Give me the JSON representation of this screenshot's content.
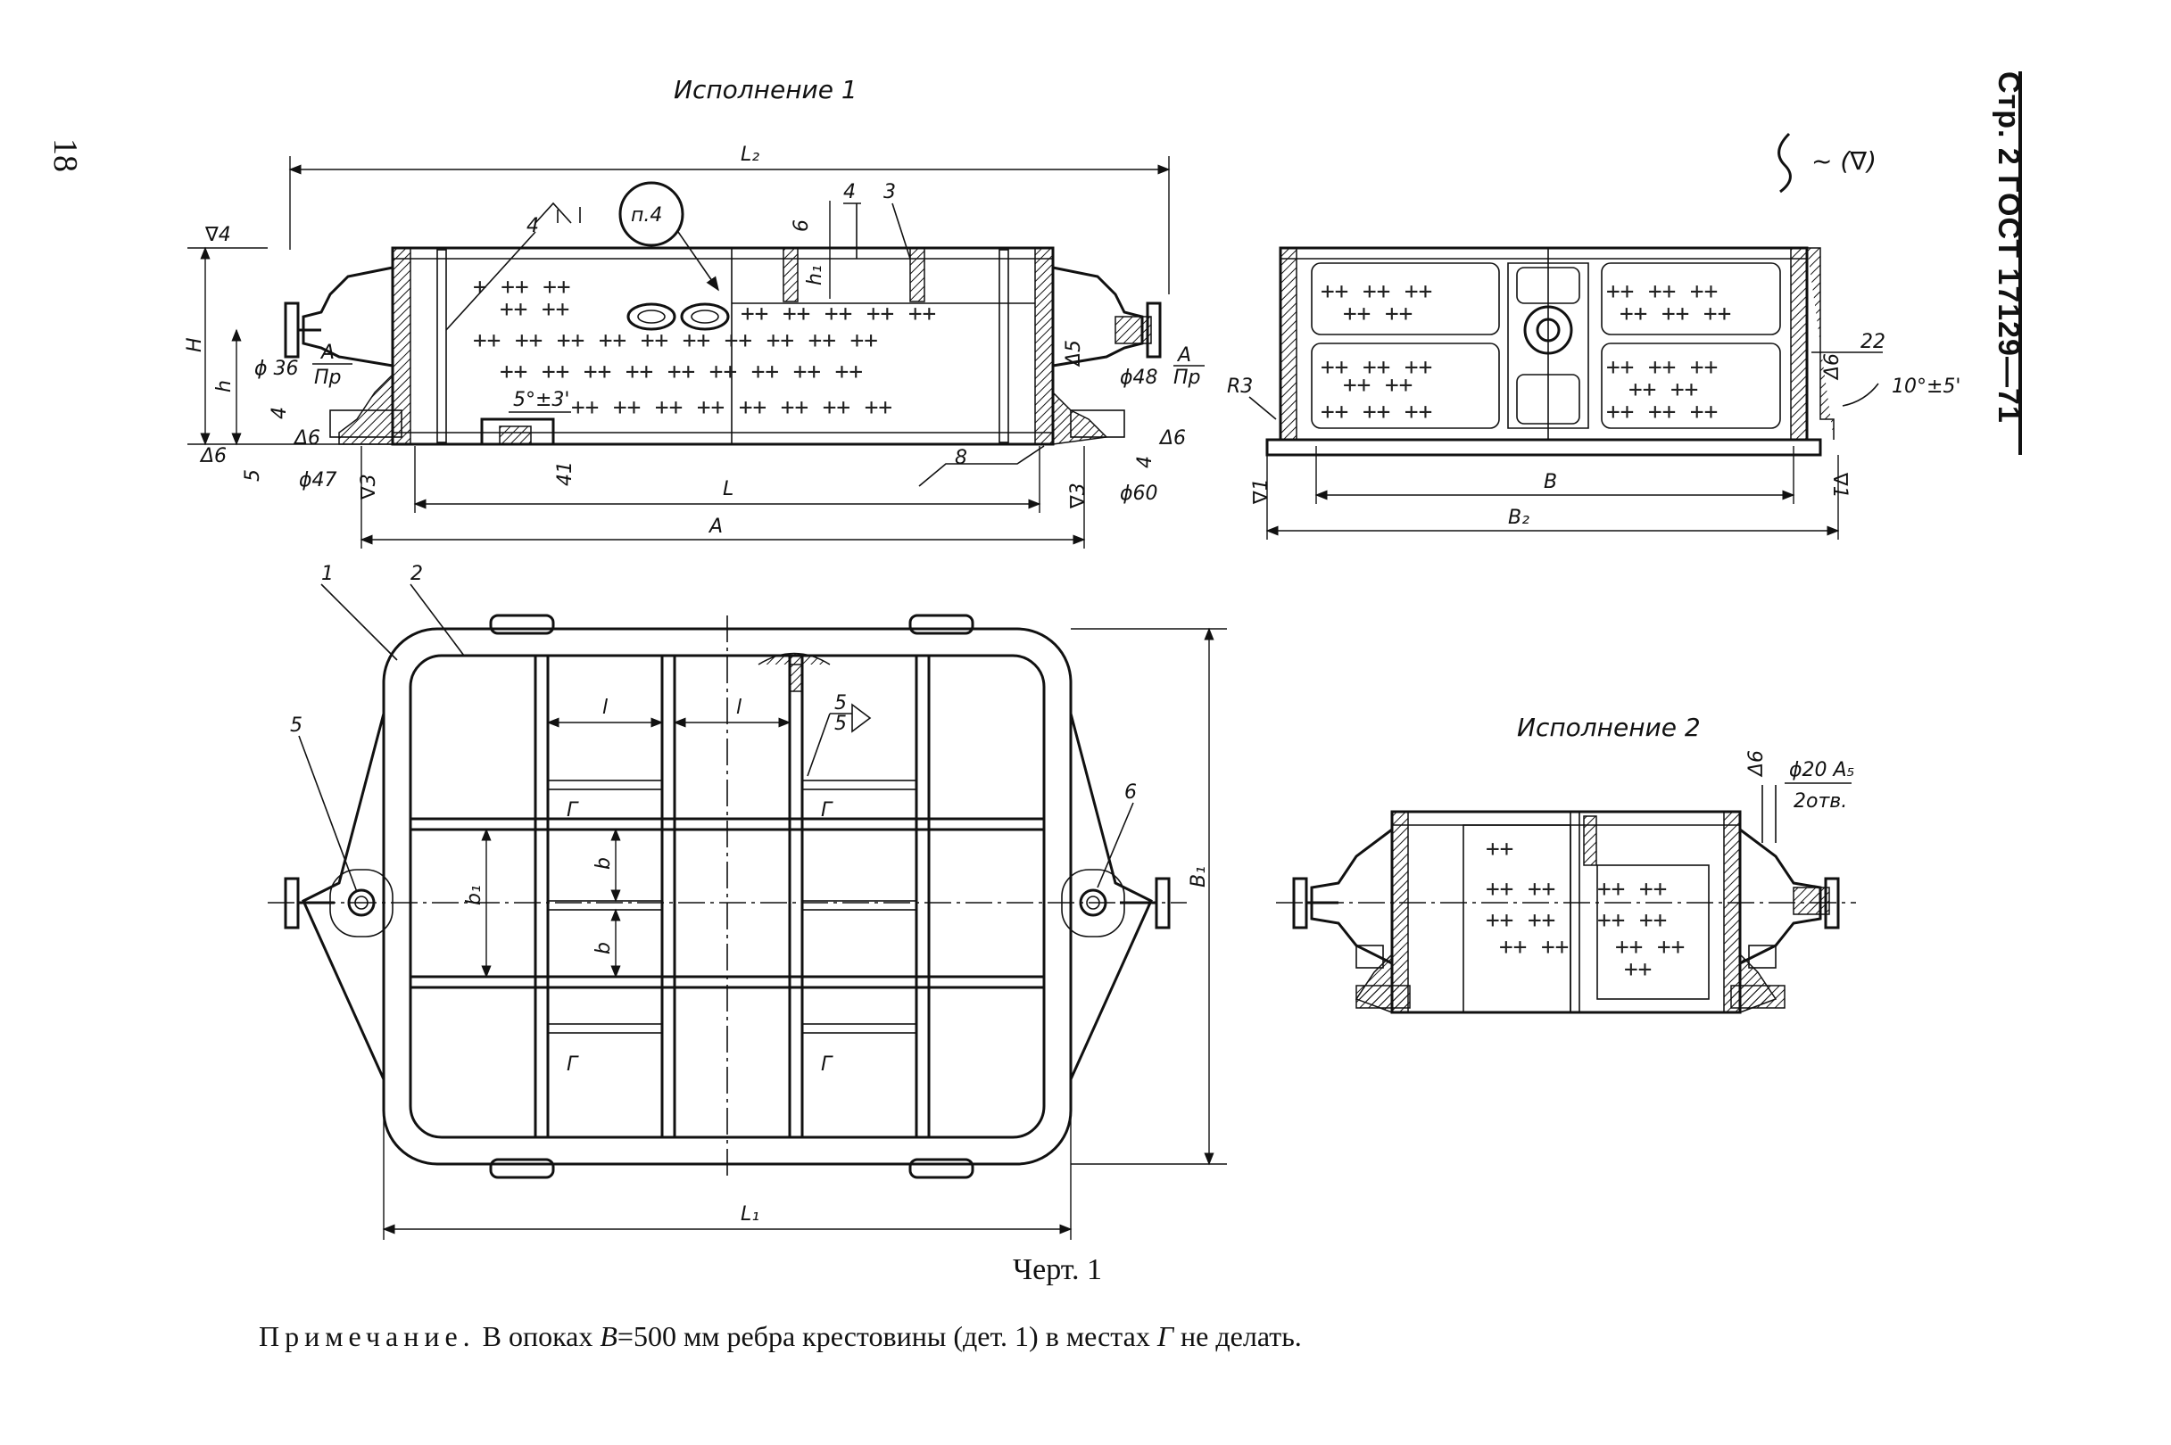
{
  "page": {
    "number": "18",
    "standard_code": "Стр. 2 ГОСТ 17129—71"
  },
  "views": {
    "execution1_title": "Исполнение 1",
    "execution2_title": "Исполнение 2"
  },
  "roughness_symbol": "~ (∇)",
  "dimensions": {
    "L2": "L₂",
    "L": "L",
    "A": "A",
    "L1": "L₁",
    "B": "B",
    "B2": "B₂",
    "B1": "B₁",
    "H": "H",
    "h": "h",
    "h1": "h₁",
    "l": "l",
    "b": "b",
    "b1": "b₁",
    "d36": "ϕ 36",
    "d48": "ϕ48",
    "d47": "ϕ47",
    "d60": "ϕ60",
    "d20": "ϕ20 A₅",
    "holes": "2отв.",
    "fit_A": "A",
    "fit_Pr": "Пр",
    "angle1": "5°±3'",
    "angle2": "10°±5'",
    "r3": "R3",
    "v22": "22",
    "v41": "41",
    "v4": "4",
    "v5": "5",
    "v6": "6",
    "v8": "8",
    "weld": "5",
    "note_ref": "п.4",
    "g_mark": "Г",
    "tri4": "∇4",
    "tri6": "Δ6",
    "tri3": "∇3",
    "tri5": "Δ5",
    "tri1": "∇1"
  },
  "callouts": [
    "1",
    "2",
    "3",
    "4",
    "5",
    "6"
  ],
  "caption": "Черт. 1",
  "note": {
    "prefix": "Примечание.",
    "text_1": " В опоках ",
    "formula": "B",
    "text_2": "=500 мм ребра крестовины (дет. 1) в местах ",
    "mark": "Г",
    "text_3": " не делать."
  }
}
